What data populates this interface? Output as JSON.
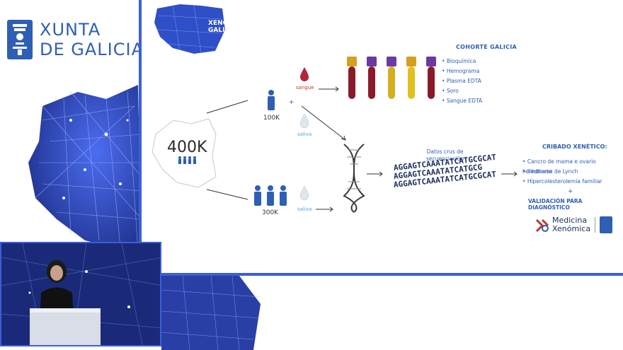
{
  "brand": {
    "line1": "XUNTA",
    "line2": "DE GALICIA"
  },
  "project": {
    "title_line1": "XENOMA",
    "title_line2": "GALICIA"
  },
  "left_total": "400K",
  "cohort_small": {
    "count": "100K",
    "sample1": "sangue",
    "sample2": "saliva"
  },
  "cohort_large": {
    "count": "300K",
    "sample": "saliva"
  },
  "cohorte": {
    "title": "COHORTE GALICIA",
    "items": [
      "Bioquímica",
      "Hemograma",
      "Plasma EDTA",
      "Soro",
      "Sangue EDTA"
    ]
  },
  "sequencing": {
    "label_line1": "Datos crus de",
    "label_line2": "secuenciación",
    "lines": [
      "AGGAGTCAAATATCATGCGCAT",
      "AGGAGTCAAATATCATGCG",
      "AGGAGTCAAATATCATGCGCAT"
    ]
  },
  "cribado": {
    "title": "CRIBADO XENÉTICO:",
    "items": [
      "Cancro de mama e ovario hereditario",
      "Síndrome de Lynch",
      "Hipercolesterolemia familiar"
    ],
    "plus": "+",
    "validation": "VALIDACIÓN PARA DIAGNÓSTICO"
  },
  "logo": {
    "line1": "Medicina",
    "line2": "Xenómica"
  },
  "tube_colors": [
    "#d4a020",
    "#6a3aa0",
    "#6a3aa0",
    "#d4a020",
    "#6a3aa0"
  ],
  "accent": "#3a5fd9"
}
